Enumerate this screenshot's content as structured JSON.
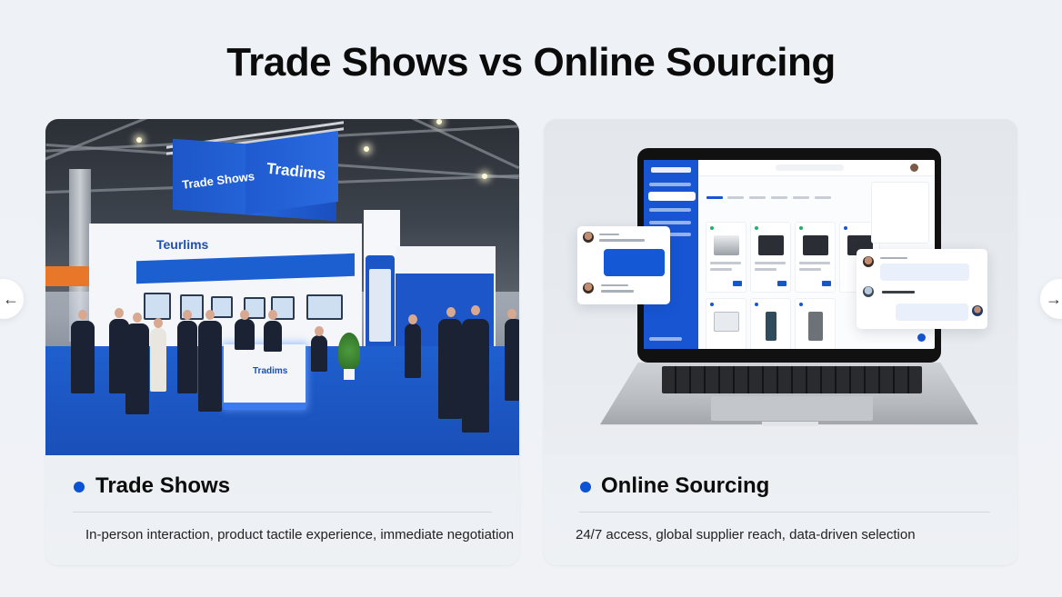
{
  "slide": {
    "title": "Trade Shows vs Online Sourcing",
    "accent_color": "#0a52d6",
    "background_color": "#eef1f5"
  },
  "navigation": {
    "prev_icon": "←",
    "next_icon": "→",
    "prev_label": "arrow-left-icon",
    "next_label": "arrow-right-icon"
  },
  "cards": [
    {
      "heading": "Trade Shows",
      "description": "In-person interaction, product tactile experience, immediate negotiation",
      "image": {
        "subject": "Exhibition hall with blue-and-white booth, visitors in business attire",
        "signage": [
          "Trade Shows",
          "Tradims",
          "Teurlims",
          "Tradims"
        ]
      }
    },
    {
      "heading": "Online Sourcing",
      "description": "24/7 access, global supplier reach, data-driven selection",
      "image": {
        "subject": "Laptop showing a B2B sourcing dashboard with product grid and floating chat windows"
      }
    }
  ]
}
